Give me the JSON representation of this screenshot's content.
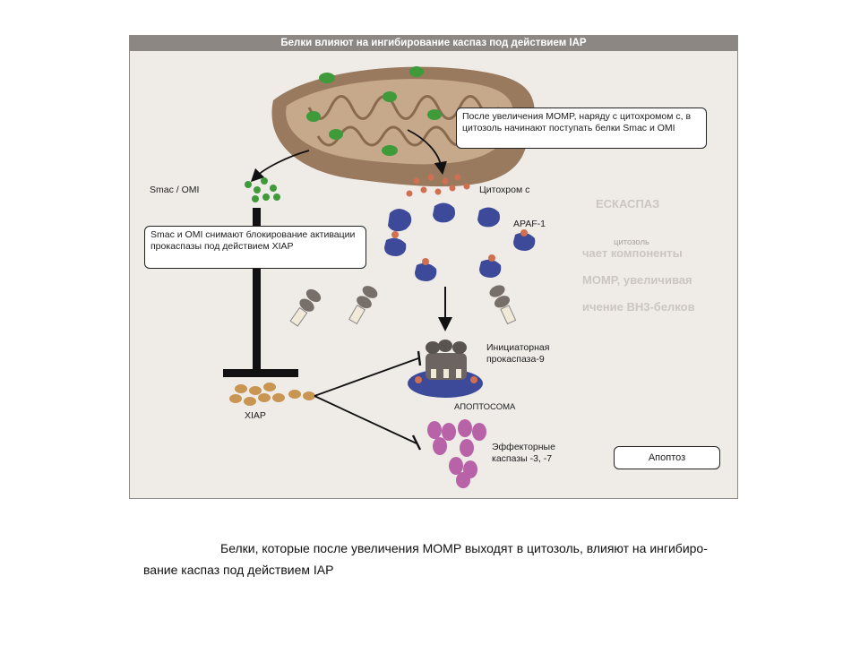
{
  "figure": {
    "title": "Белки влияют на ингибирование каспаз под действием IAP",
    "labels": {
      "smac_omi": "Smac / OMI",
      "cytochrome": "Цитохром c",
      "apaf": "APAF-1",
      "initiator": "Инициаторная прокаспаза-9",
      "apoptosome": "АПОПТОСОМА",
      "xiap": "XIAP",
      "effector": "Эффекторные каспазы -3, -7",
      "cytosol": "цитозоль"
    },
    "callouts": {
      "momp": "После увеличения MOMP, наряду с цитохромом c, в цитозоль начинают поступать белки Smac и OMI",
      "smac_block": "Smac и OMI снимают блокирование активации прокаспазы под действием XIAP"
    },
    "apoptosis_label": "Апоптоз"
  },
  "caption": {
    "line1": "Белки, которые после увеличения MOMP выходят в цитозоль, влияют на ингибиро-",
    "line2": "вание каспаз под действием IAP"
  },
  "colors": {
    "title_bar": "#8c8783",
    "mitochondrion": "#9a7a5e",
    "smac_green": "#3f9a3a",
    "apaf_blue": "#3d4a9a",
    "xiap_orange": "#c89552",
    "effector_pink": "#b862a8"
  }
}
